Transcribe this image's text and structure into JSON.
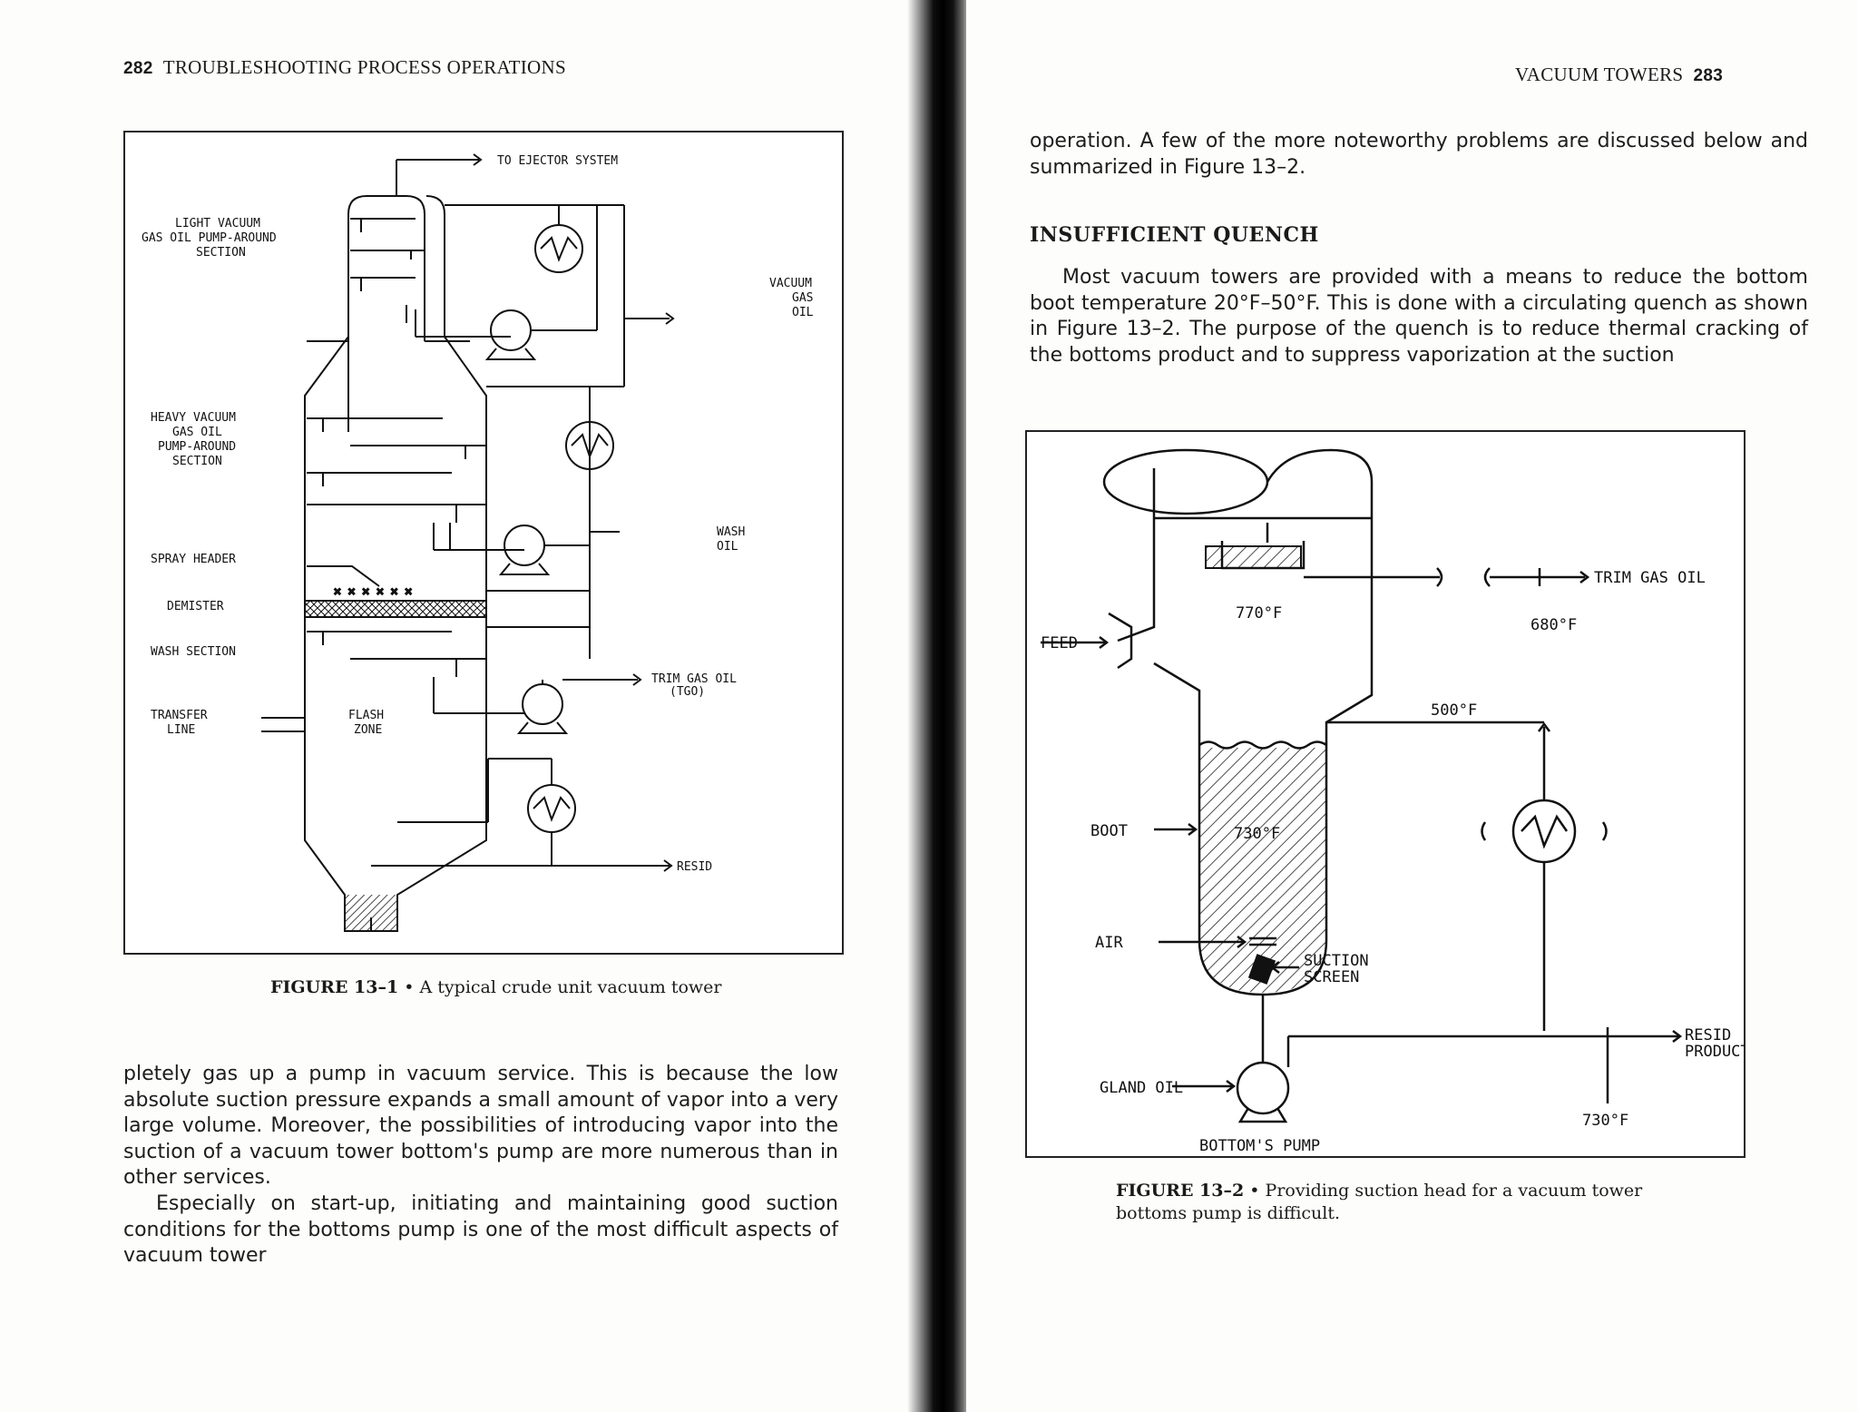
{
  "left_page": {
    "page_number": "282",
    "running_head": "TROUBLESHOOTING PROCESS OPERATIONS",
    "figure": {
      "labels": {
        "to_ejector": "TO EJECTOR SYSTEM",
        "lvgo_1": "LIGHT VACUUM",
        "lvgo_2": "GAS OIL PUMP-AROUND",
        "lvgo_3": "SECTION",
        "vgo_1": "VACUUM",
        "vgo_2": "GAS",
        "vgo_3": "OIL",
        "hvgo_1": "HEAVY VACUUM",
        "hvgo_2": "GAS OIL",
        "hvgo_3": "PUMP-AROUND",
        "hvgo_4": "SECTION",
        "wash_oil_1": "WASH",
        "wash_oil_2": "OIL",
        "spray_header": "SPRAY HEADER",
        "demister": "DEMISTER",
        "wash_section": "WASH SECTION",
        "trim_gas_oil": "TRIM GAS OIL",
        "tgo": "(TGO)",
        "transfer_1": "TRANSFER",
        "transfer_2": "LINE",
        "flash_1": "FLASH",
        "flash_2": "ZONE",
        "resid": "RESID"
      },
      "caption_label": "FIGURE 13–1",
      "caption_text": "A typical crude unit vacuum tower"
    },
    "paragraphs": [
      "pletely gas up a pump in vacuum service. This is because the low absolute suction pressure expands a small amount of vapor into a very large volume. Moreover, the possibilities of introducing vapor into the suction of a vacuum tower bottom's pump are more numerous than in other services.",
      "Especially on start-up, initiating and maintaining good suction conditions for the bottoms pump is one of the most difficult aspects of vacuum tower"
    ]
  },
  "right_page": {
    "page_number": "283",
    "running_head": "VACUUM TOWERS",
    "intro_text": "operation. A few of the more noteworthy problems are discussed below and summarized in Figure 13–2.",
    "section_heading": "INSUFFICIENT QUENCH",
    "section_text": "Most vacuum towers are provided with a means to reduce the bottom boot temperature 20°F–50°F. This is done with a circulating quench as shown in Figure 13–2. The purpose of the quench is to reduce thermal cracking of the bottoms product and to suppress vaporization at the suction",
    "figure": {
      "labels": {
        "feed": "FEED",
        "t770": "770°F",
        "trim_gas_oil": "TRIM GAS OIL",
        "t680": "680°F",
        "t500": "500°F",
        "boot": "BOOT",
        "t730": "730°F",
        "air": "AIR",
        "suction_1": "SUCTION",
        "suction_2": "SCREEN",
        "resid_1": "RESID",
        "resid_2": "PRODUCT",
        "gland_oil": "GLAND OIL",
        "bottoms_pump": "BOTTOM'S PUMP",
        "t730b": "730°F"
      },
      "caption_label": "FIGURE 13–2",
      "caption_text": "Providing suction head for a vacuum tower bottoms pump is difficult."
    }
  }
}
